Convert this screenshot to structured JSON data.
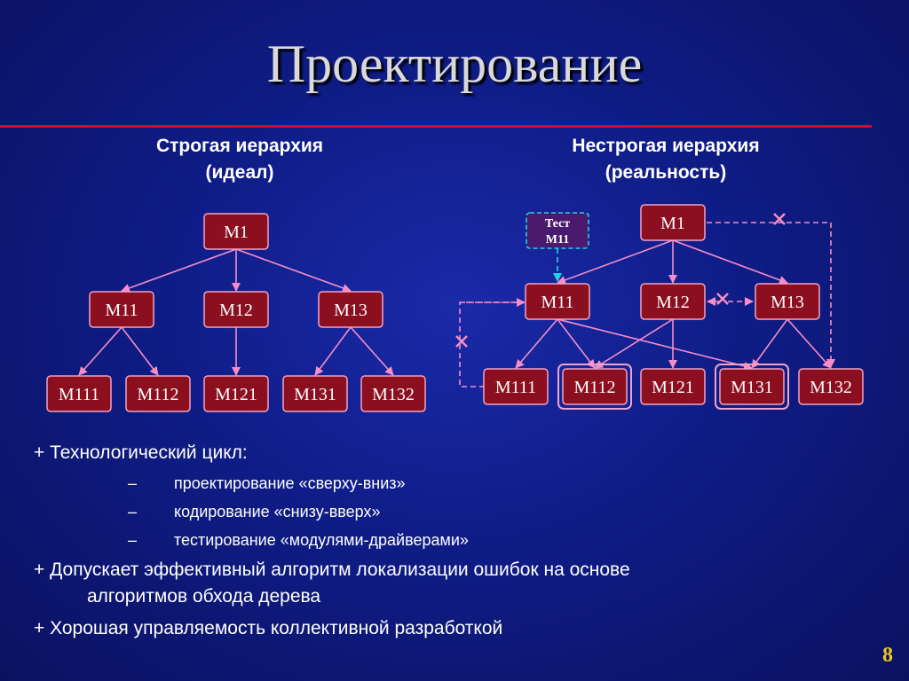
{
  "slide": {
    "title": "Проектирование",
    "page_number": "8",
    "left_heading": [
      "Строгая иерархия",
      "(идеал)"
    ],
    "right_heading": [
      "Нестрогая иерархия",
      "(реальность)"
    ]
  },
  "diagram": {
    "left_tree": {
      "nodes": [
        {
          "id": "M1",
          "label": "M1"
        },
        {
          "id": "M11",
          "label": "M11"
        },
        {
          "id": "M12",
          "label": "M12"
        },
        {
          "id": "M13",
          "label": "M13"
        },
        {
          "id": "M111",
          "label": "M111"
        },
        {
          "id": "M112",
          "label": "M112"
        },
        {
          "id": "M121",
          "label": "M121"
        },
        {
          "id": "M131",
          "label": "M131"
        },
        {
          "id": "M132",
          "label": "M132"
        }
      ],
      "edges": [
        [
          "M1",
          "M11"
        ],
        [
          "M1",
          "M12"
        ],
        [
          "M1",
          "M13"
        ],
        [
          "M11",
          "M111"
        ],
        [
          "M11",
          "M112"
        ],
        [
          "M12",
          "M121"
        ],
        [
          "M13",
          "M131"
        ],
        [
          "M13",
          "M132"
        ]
      ]
    },
    "right_tree": {
      "nodes": [
        {
          "id": "M1",
          "label": "M1"
        },
        {
          "id": "M11",
          "label": "M11"
        },
        {
          "id": "M12",
          "label": "M12"
        },
        {
          "id": "M13",
          "label": "M13"
        },
        {
          "id": "M111",
          "label": "M111"
        },
        {
          "id": "M112",
          "label": "M112",
          "highlighted": true
        },
        {
          "id": "M121",
          "label": "M121"
        },
        {
          "id": "M131",
          "label": "M131",
          "highlighted": true
        },
        {
          "id": "M132",
          "label": "M132"
        }
      ],
      "test_node": {
        "line1": "Тест",
        "line2": "M11"
      },
      "edges": [
        [
          "M1",
          "M11"
        ],
        [
          "M1",
          "M12"
        ],
        [
          "M1",
          "M13"
        ],
        [
          "M11",
          "M111"
        ],
        [
          "M11",
          "M112"
        ],
        [
          "M11",
          "M131"
        ],
        [
          "M12",
          "M112"
        ],
        [
          "M12",
          "M121"
        ],
        [
          "M13",
          "M131"
        ],
        [
          "M13",
          "M132"
        ]
      ],
      "colors": {
        "node_fill": "#8c0f1f",
        "edge": "#f58ec7",
        "test_fill": "#4a1a6e",
        "test_border": "#22d3e6"
      }
    }
  },
  "bullets": {
    "b1": "+ Технологический цикл:",
    "sub1": "проектирование «сверху-вниз»",
    "sub2": "кодирование «снизу-вверх»",
    "sub3": "тестирование «модулями-драйверами»",
    "dash": "–",
    "b2_line1": "+ Допускает эффективный алгоритм локализации ошибок на основе",
    "b2_line2": "алгоритмов обхода дерева",
    "b3": "+ Хорошая управляемость коллективной разработкой"
  }
}
